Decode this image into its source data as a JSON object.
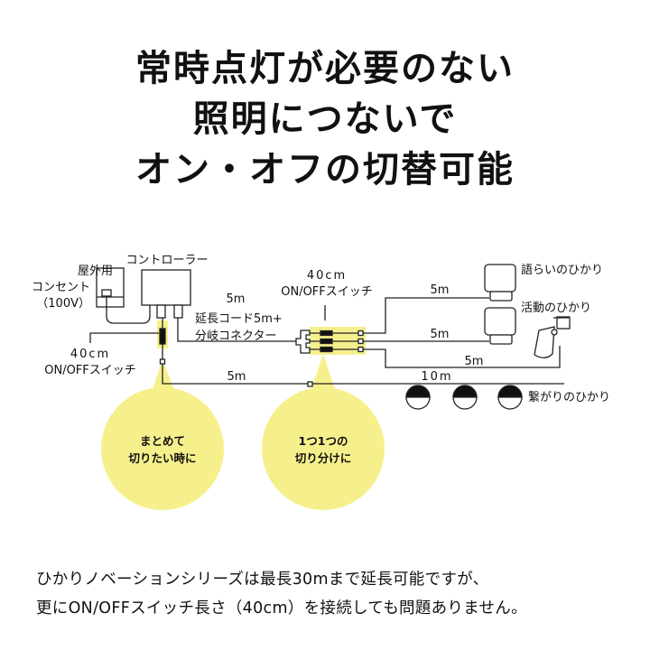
{
  "title": {
    "lines": [
      "常時点灯が必要のない",
      "照明につないで",
      "オン・オフの切替可能"
    ]
  },
  "diagram": {
    "outlet_label": [
      "屋外用",
      "コンセント",
      "（100V）"
    ],
    "controller_label": "コントローラー",
    "extension_length": "5m",
    "extension_label": [
      "延長コード5m+",
      "分岐コネクター"
    ],
    "switch_left_label": [
      "40cm",
      "ON/OFFスイッチ"
    ],
    "switch_right_label": [
      "40cm",
      "ON/OFFスイッチ"
    ],
    "line_lengths": {
      "a": "5m",
      "b": "5m",
      "c": "5m",
      "d": "5m",
      "e": "10m"
    },
    "lights": {
      "katarai": "語らいのひかり",
      "katsudou": "活動のひかり",
      "tsunagari": "繋がりのひかり"
    },
    "bubble_left": [
      "まとめて",
      "切りたい時に"
    ],
    "bubble_right": [
      "1つ1つの",
      "切り分けに"
    ],
    "highlight_color": "#f6f08c"
  },
  "note": {
    "lines": [
      "ひかりノベーションシリーズは最長30mまで延長可能ですが、",
      "更にON/OFFスイッチ長さ（40cm）を接続しても問題ありません。"
    ]
  }
}
